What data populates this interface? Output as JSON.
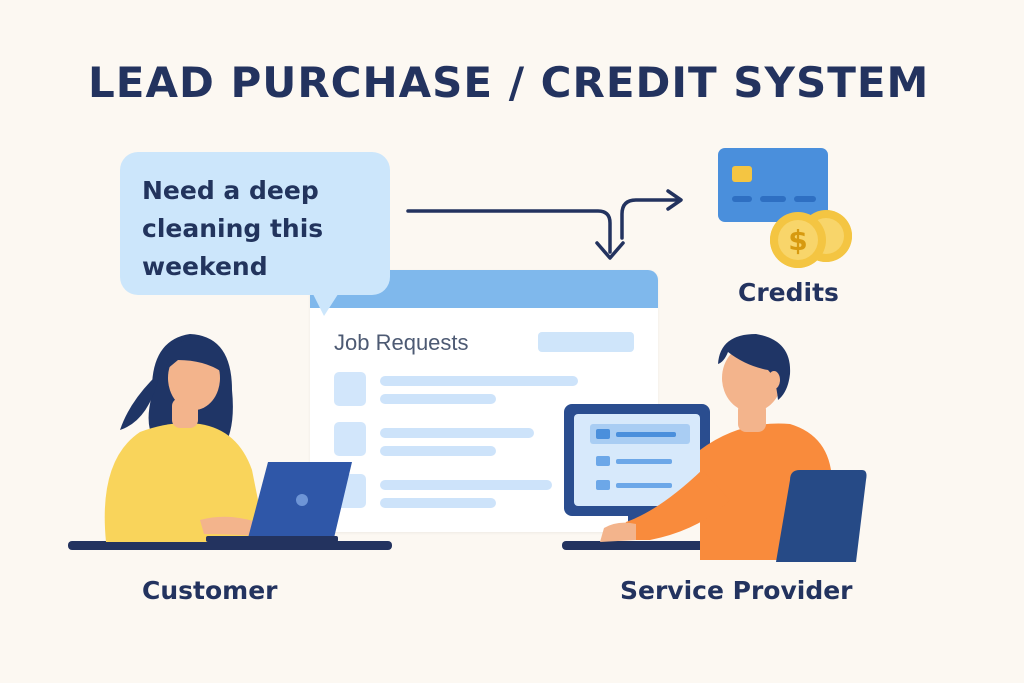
{
  "title": "LEAD PURCHASE / CREDIT SYSTEM",
  "bubble": {
    "text": "Need a deep cleaning this weekend"
  },
  "panel": {
    "title": "Job Requests"
  },
  "labels": {
    "customer": "Customer",
    "provider": "Service Provider",
    "credits": "Credits"
  },
  "icons": {
    "credit_card": "credit-card-icon",
    "coin": "dollar-coin-icon",
    "arrow": "flow-arrow"
  },
  "colors": {
    "title": "#23335f",
    "bubble": "#cce6fb",
    "panel_header": "#7fb8ec",
    "card": "#4a8fdc",
    "coin": "#f4c542",
    "customer_shirt": "#f9d45b",
    "provider_shirt": "#f98b3c"
  }
}
